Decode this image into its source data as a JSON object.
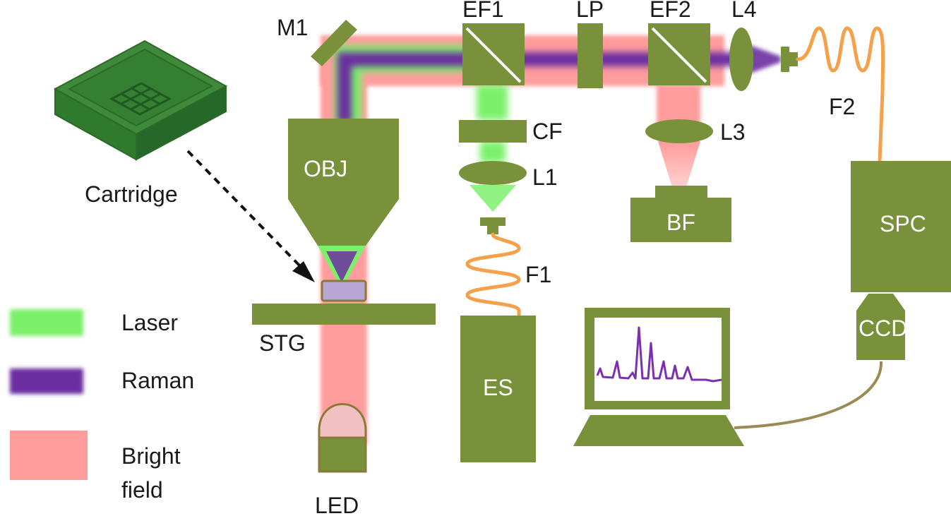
{
  "colors": {
    "component": "#78913a",
    "laser": "#7cf06a",
    "raman": "#6b2fa0",
    "brightfield": "#ff9c9c",
    "fiber": "#f5a04a",
    "cable": "#9a8a55",
    "cartridge": "#3f8a3a",
    "spectrum": "#7a30b0"
  },
  "labels": {
    "m1": "M1",
    "ef1": "EF1",
    "lp": "LP",
    "ef2": "EF2",
    "l4": "L4",
    "f2": "F2",
    "cf": "CF",
    "l1": "L1",
    "l3": "L3",
    "obj": "OBJ",
    "bf": "BF",
    "spc": "SPC",
    "f1": "F1",
    "stg": "STG",
    "es": "ES",
    "ccd": "CCD",
    "led": "LED",
    "cartridge": "Cartridge"
  },
  "legend": {
    "items": [
      {
        "label": "Laser"
      },
      {
        "label": "Raman"
      },
      {
        "label": "Bright"
      },
      {
        "label": "field"
      }
    ]
  }
}
